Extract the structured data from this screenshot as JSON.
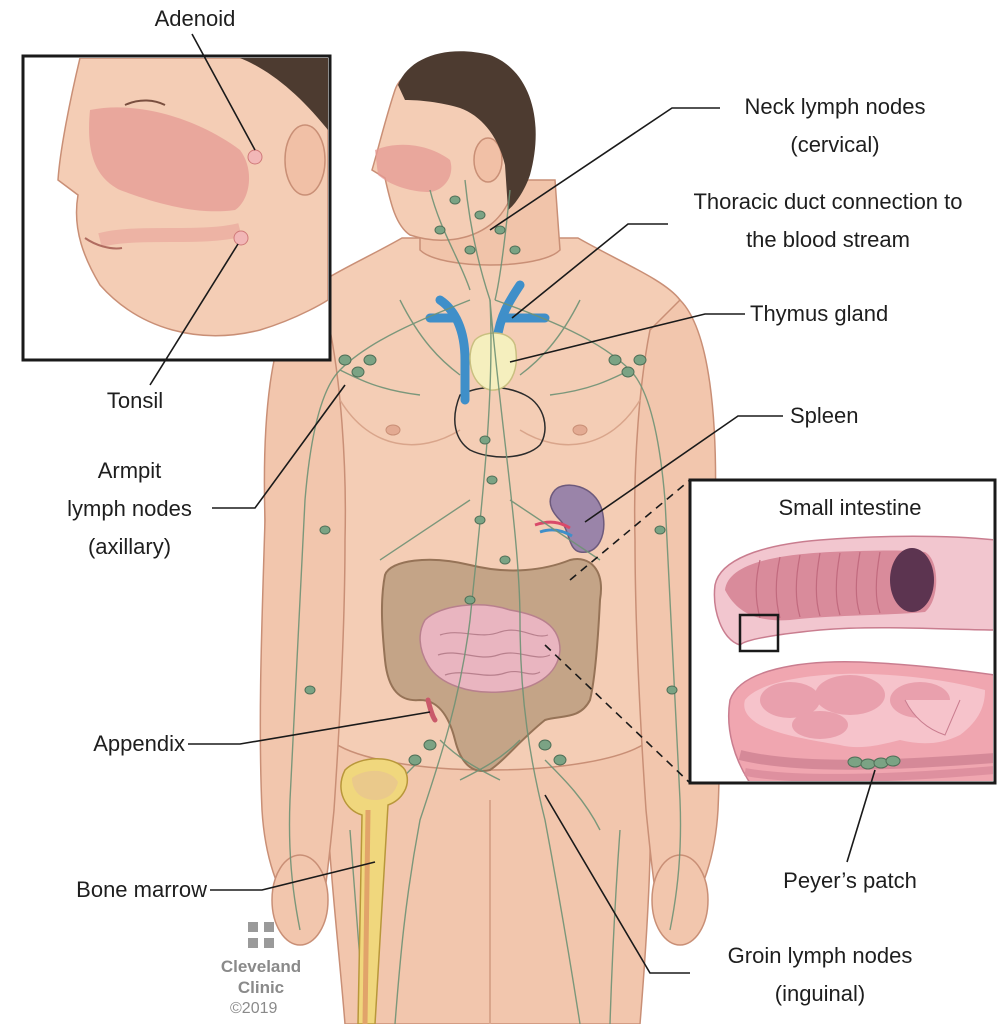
{
  "labels": {
    "adenoid": "Adenoid",
    "tonsil": "Tonsil",
    "neck_nodes": [
      "Neck lymph nodes",
      "(cervical)"
    ],
    "thoracic_duct": [
      "Thoracic duct connection to",
      "the blood stream"
    ],
    "thymus": "Thymus gland",
    "spleen": "Spleen",
    "armpit_nodes": [
      "Armpit",
      "lymph nodes",
      "(axillary)"
    ],
    "small_intestine": "Small intestine",
    "appendix": "Appendix",
    "peyers_patch": "Peyer’s patch",
    "bone_marrow": "Bone marrow",
    "groin_nodes": [
      "Groin lymph nodes",
      "(inguinal)"
    ]
  },
  "logo": {
    "name_line1": "Cleveland",
    "name_line2": "Clinic",
    "copyright": "©2019"
  },
  "colors": {
    "skin": "#f4cdb5",
    "skin_shadow": "#e5ad92",
    "hair": "#4d3b30",
    "lymph": "#6f9275",
    "node": "#7ba384",
    "vein": "#3f8fc9",
    "thymus": "#f5efbe",
    "spleen": "#9a84a9",
    "colon": "#c4a487",
    "small_intestine": "#e9b5c0",
    "intestine_wall": "#d98b9b",
    "bone": "#f0d77d",
    "nasal": "#e69a94"
  }
}
